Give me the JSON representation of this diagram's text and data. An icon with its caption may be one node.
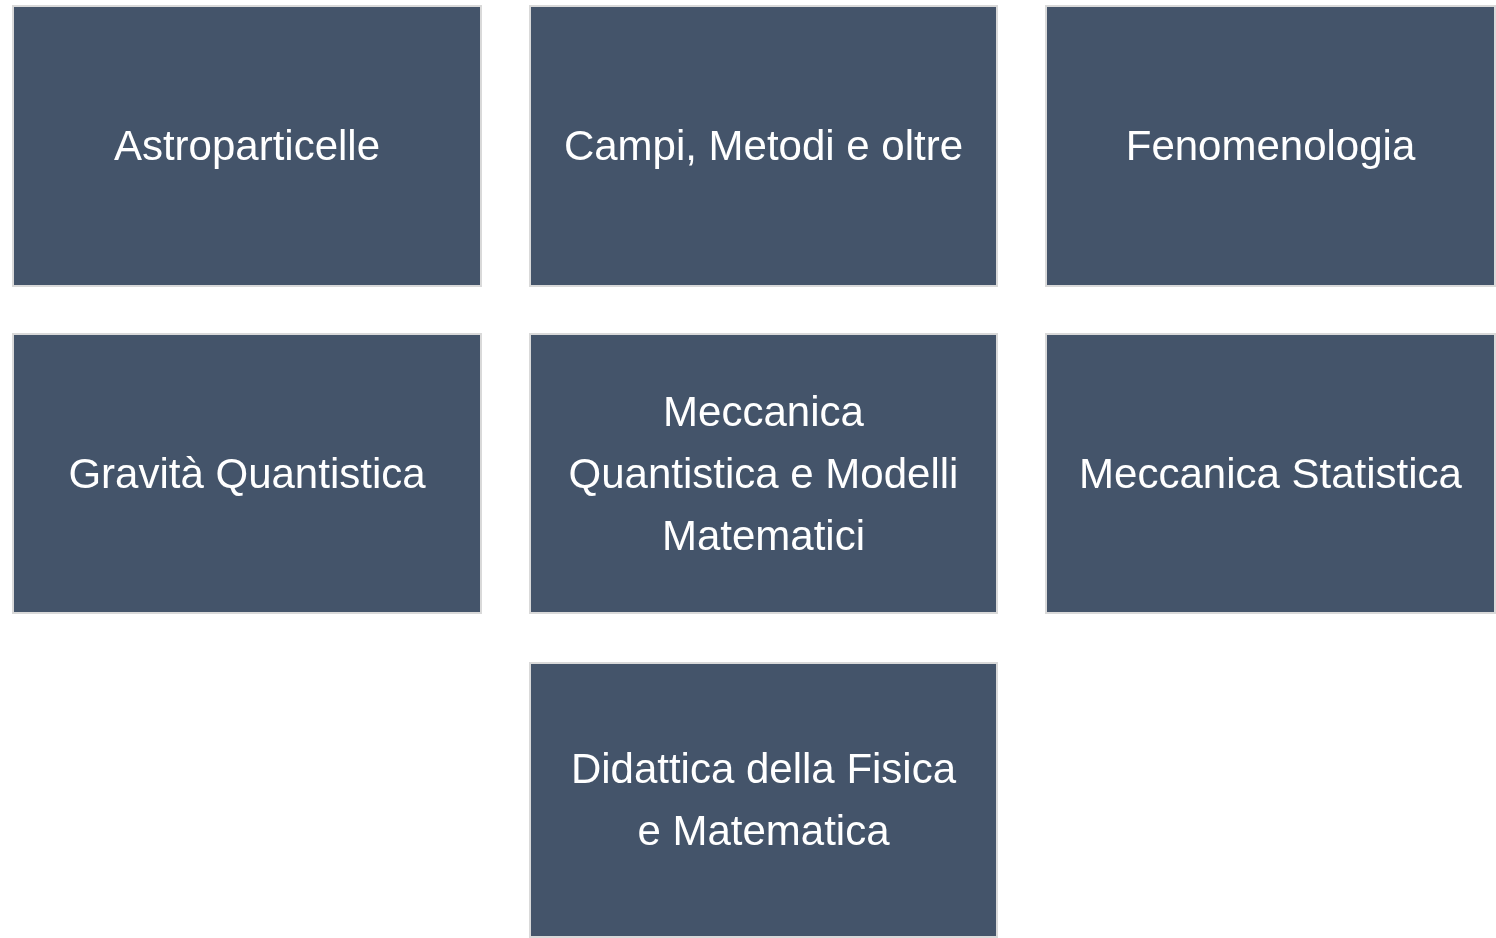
{
  "diagram": {
    "nodes": [
      {
        "text": [
          "Astroparticelle"
        ]
      },
      {
        "text": [
          "Campi, Metodi e oltre"
        ]
      },
      {
        "text": [
          "Fenomenologia"
        ]
      },
      {
        "text": [
          "Gravità Quantistica"
        ]
      },
      {
        "text": [
          "Meccanica Quantistica e Modelli Matematici"
        ]
      },
      {
        "text": [
          "Meccanica Statistica"
        ]
      },
      {
        "text": [
          "Didattica della Fisica e Matematica"
        ]
      }
    ]
  }
}
